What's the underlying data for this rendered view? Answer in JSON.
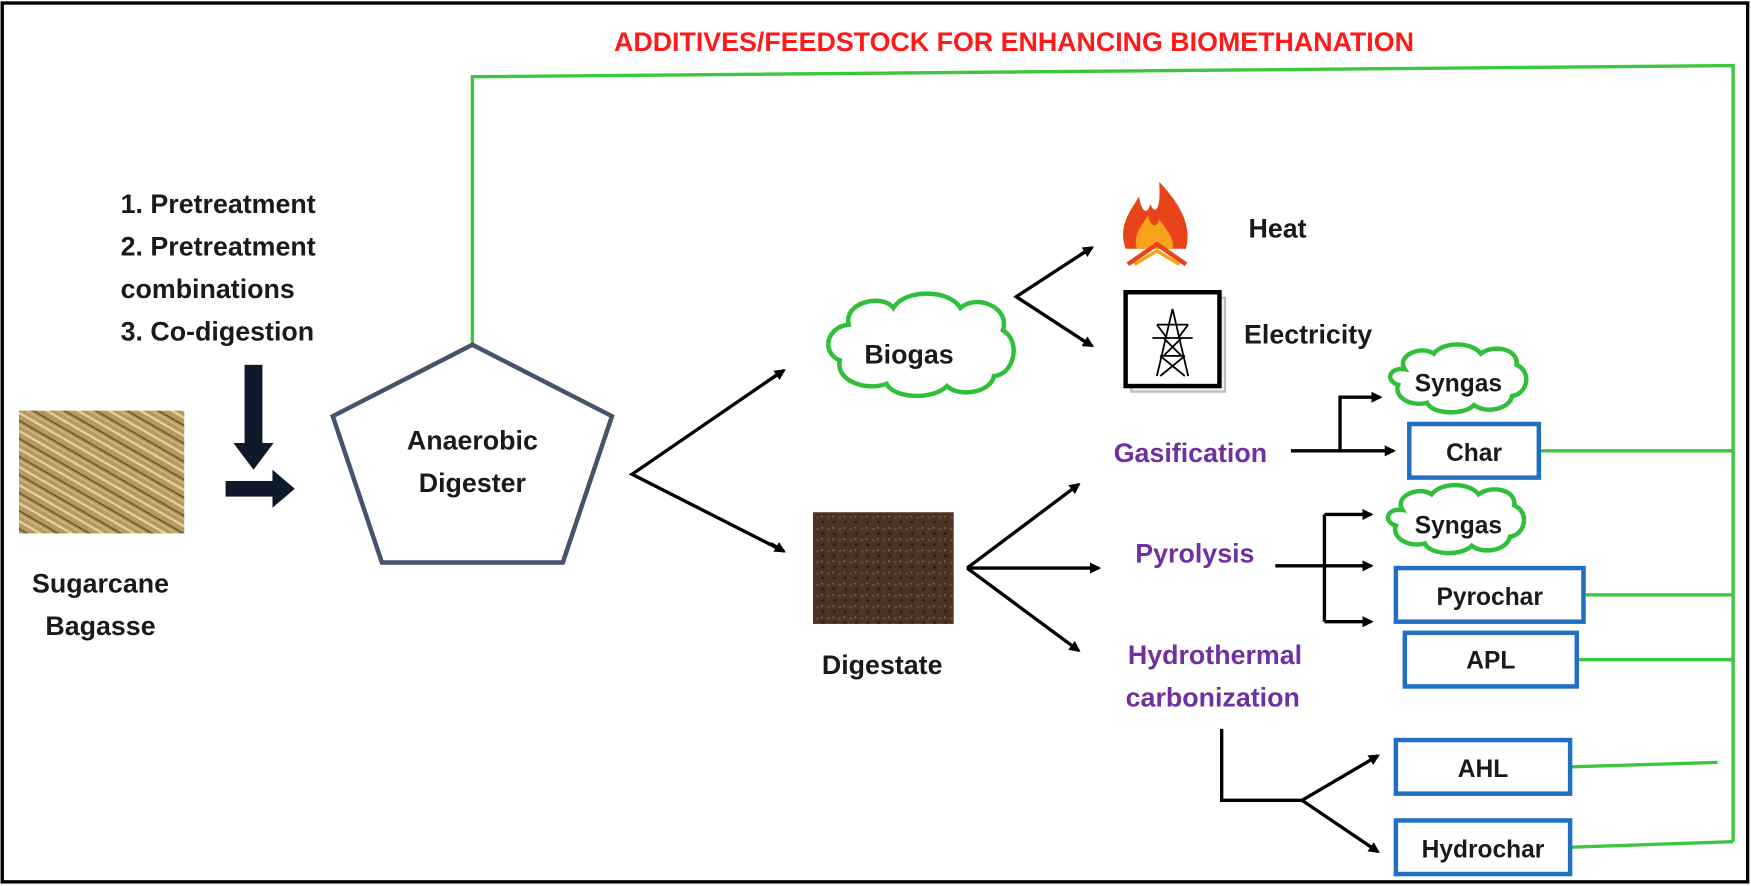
{
  "title": "ADDITIVES/FEEDSTOCK FOR ENHANCING BIOMETHANATION",
  "colors": {
    "title": "#ff1a1a",
    "feedback_line": "#3cc63c",
    "process_label": "#7030a0",
    "product_box_border": "#1f6fc5",
    "cloud_border": "#2fbf3a"
  },
  "feedstock": {
    "label_line1": "Sugarcane",
    "label_line2": "Bagasse",
    "image_icon": "bagasse-photo"
  },
  "strategies": [
    "1. Pretreatment",
    "2. Pretreatment",
    "combinations",
    "3. Co-digestion"
  ],
  "digester": {
    "line1": "Anaerobic",
    "line2": "Digester",
    "shape": "pentagon"
  },
  "outputs": {
    "biogas": "Biogas",
    "digestate": "Digestate"
  },
  "biogas_uses": {
    "heat": "Heat",
    "electricity": "Electricity",
    "heat_icon": "fire-icon",
    "electricity_icon": "power-tower-icon"
  },
  "processes": {
    "gasification": "Gasification",
    "pyrolysis": "Pyrolysis",
    "htc_line1": "Hydrothermal",
    "htc_line2": "carbonization"
  },
  "products": {
    "gasification_syngas": "Syngas",
    "gasification_char": "Char",
    "pyrolysis_syngas": "Syngas",
    "pyrochar": "Pyrochar",
    "apl": "APL",
    "ahl": "AHL",
    "hydrochar": "Hydrochar"
  }
}
